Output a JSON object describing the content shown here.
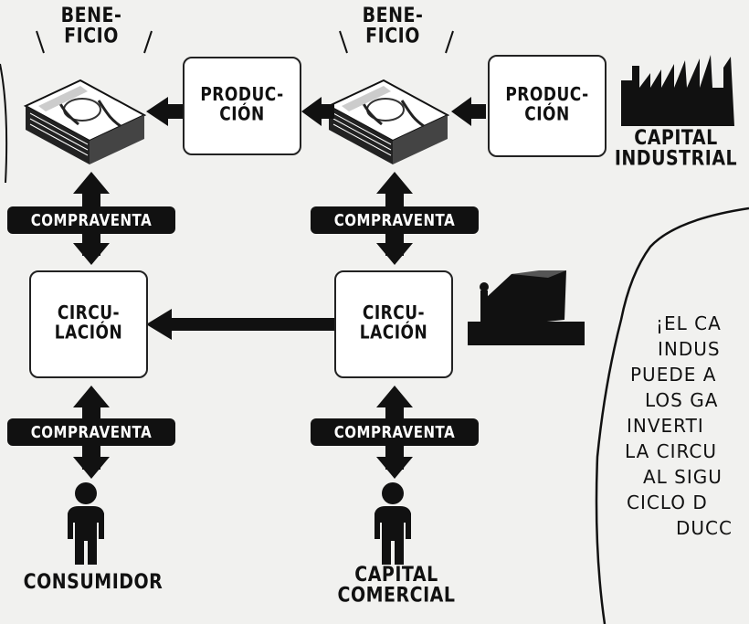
{
  "beneficio_label": "BENE-\nFICIO",
  "produccion_left": "PRODUC-\nCIÓN",
  "produccion_right": "PRODUC-\nCIÓN",
  "circulacion_left": "CIRCU-\nLACIÓN",
  "circulacion_right": "CIRCU-\nLACIÓN",
  "compraventa": "COMPRAVENTA",
  "capital_industrial": "CAPITAL\nINDUSTRIAL",
  "consumidor": "CONSUMIDOR",
  "capital_comercial": "CAPITAL\nCOMERCIAL",
  "bubble_lines": [
    "¡EL CA",
    "INDUS",
    "PUEDE A",
    "LOS GA",
    "INVERTI",
    "LA CIRCU",
    "AL SIGU",
    "CICLO D",
    "DUCC"
  ],
  "icons": [
    "money-stack-icon",
    "factory-icon",
    "shop-icon",
    "person-icon"
  ]
}
